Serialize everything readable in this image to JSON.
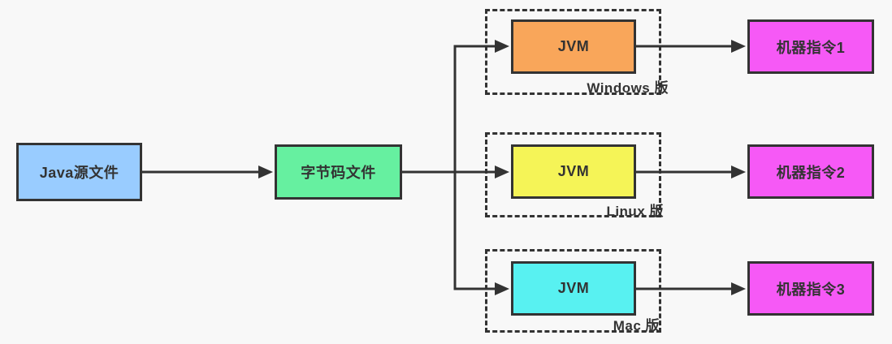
{
  "diagram": {
    "title": "Java cross-platform compilation flow",
    "colors": {
      "background": "#F8F8F8",
      "stroke": "#333333",
      "text": "#333333",
      "java_source_fill": "#99CCFF",
      "bytecode_fill": "#66F0A0",
      "jvm_windows_fill": "#F9A65A",
      "jvm_linux_fill": "#F5F457",
      "jvm_mac_fill": "#58F1F1",
      "machine_fill": "#F659F6"
    },
    "nodes": {
      "java_source": {
        "label": "Java源文件",
        "fill": "#99CCFF"
      },
      "bytecode": {
        "label": "字节码文件",
        "fill": "#66F0A0"
      },
      "jvm_windows": {
        "label": "JVM",
        "fill": "#F9A65A"
      },
      "jvm_linux": {
        "label": "JVM",
        "fill": "#F5F457"
      },
      "jvm_mac": {
        "label": "JVM",
        "fill": "#58F1F1"
      },
      "machine_1": {
        "label": "机器指令1",
        "fill": "#F659F6"
      },
      "machine_2": {
        "label": "机器指令2",
        "fill": "#F659F6"
      },
      "machine_3": {
        "label": "机器指令3",
        "fill": "#F659F6"
      }
    },
    "groups": {
      "windows": {
        "label": "Windows 版"
      },
      "linux": {
        "label": "Linux 版"
      },
      "mac": {
        "label": "Mac 版"
      }
    },
    "edges": [
      {
        "from": "java_source",
        "to": "bytecode"
      },
      {
        "from": "bytecode",
        "to": "jvm_windows"
      },
      {
        "from": "bytecode",
        "to": "jvm_linux"
      },
      {
        "from": "bytecode",
        "to": "jvm_mac"
      },
      {
        "from": "jvm_windows",
        "to": "machine_1"
      },
      {
        "from": "jvm_linux",
        "to": "machine_2"
      },
      {
        "from": "jvm_mac",
        "to": "machine_3"
      }
    ]
  }
}
